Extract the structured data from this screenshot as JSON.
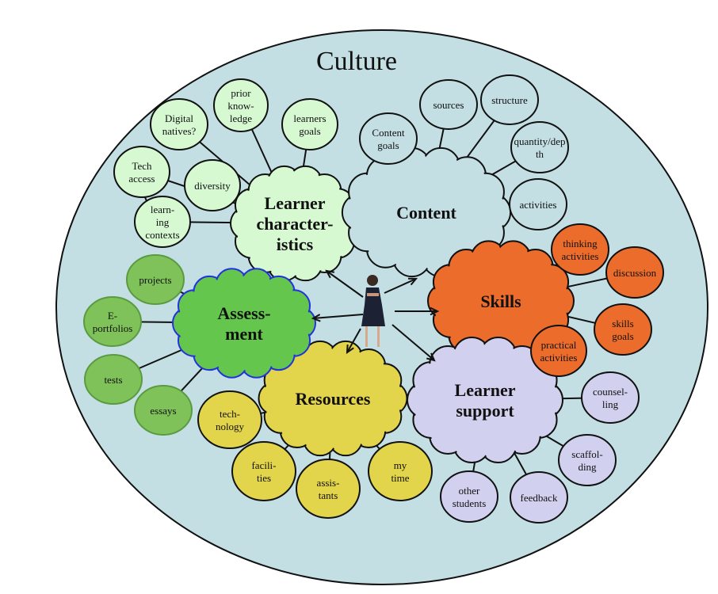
{
  "title": "Culture",
  "colors": {
    "culture": "#c3dfe3",
    "learner": "#d6f9d2",
    "content": "#c3dfe3",
    "skills": "#ec6c2c",
    "support": "#d1d0ee",
    "resources": "#e2d44b",
    "assessment": "#64c64c",
    "assessment_bubble": "#80c25a"
  },
  "clouds": {
    "learner": [
      "Learner",
      "character-",
      "istics"
    ],
    "content": [
      "Content"
    ],
    "skills": [
      "Skills"
    ],
    "support": [
      "Learner",
      "support"
    ],
    "resources": [
      "Resources"
    ],
    "assessment": [
      "Assess-",
      "ment"
    ]
  },
  "bubbles": {
    "digital": [
      "Digital",
      "natives?"
    ],
    "prior": [
      "prior",
      "know-",
      "ledge"
    ],
    "lgoals": [
      "learners",
      "goals"
    ],
    "tech": [
      "Tech",
      "access"
    ],
    "diversity": [
      "diversity"
    ],
    "contexts": [
      "learn-",
      "ing",
      "contexts"
    ],
    "cgoals": [
      "Content",
      "goals"
    ],
    "sources": [
      "sources"
    ],
    "structure": [
      "structure"
    ],
    "quantity": [
      "quantity/dep",
      "th"
    ],
    "activities": [
      "activities"
    ],
    "thinking": [
      "thinking",
      "activities"
    ],
    "discussion": [
      "discussion"
    ],
    "sgoals": [
      "skills",
      "goals"
    ],
    "practical": [
      "practical",
      "activities"
    ],
    "counselling": [
      "counsel-",
      "ling"
    ],
    "scaffolding": [
      "scaffol-",
      "ding"
    ],
    "feedback": [
      "feedback"
    ],
    "others": [
      "other",
      "students"
    ],
    "technology": [
      "tech-",
      "nology"
    ],
    "facilities": [
      "facili-",
      "ties"
    ],
    "assistants": [
      "assis-",
      "tants"
    ],
    "mytime": [
      "my",
      "time"
    ],
    "projects": [
      "projects"
    ],
    "eport": [
      "E-",
      "portfolios"
    ],
    "tests": [
      "tests"
    ],
    "essays": [
      "essays"
    ]
  }
}
